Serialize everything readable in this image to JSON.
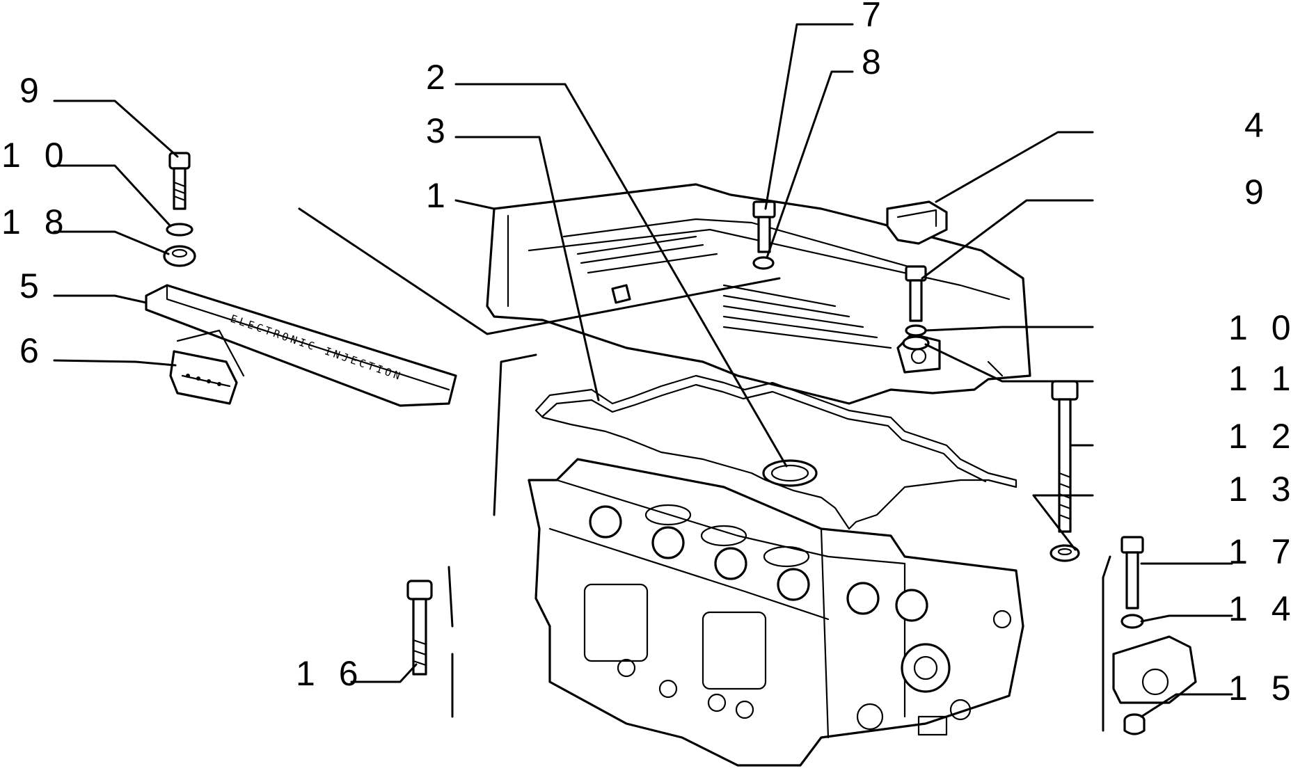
{
  "labels": {
    "l1": "1",
    "l2": "2",
    "l3": "3",
    "l4": "4",
    "l5": "5",
    "l6": "6",
    "l7": "7",
    "l8": "8",
    "l9_left": "9",
    "l9_right": "9",
    "l10_left": "1 0",
    "l10_right": "1 0",
    "l11": "1 1",
    "l12": "1 2",
    "l13": "1 3",
    "l14": "1 4",
    "l15": "1 5",
    "l16": "1 6",
    "l17": "1 7",
    "l18": "1 8"
  },
  "badge_text": "ELECTRONIC INJECTION"
}
